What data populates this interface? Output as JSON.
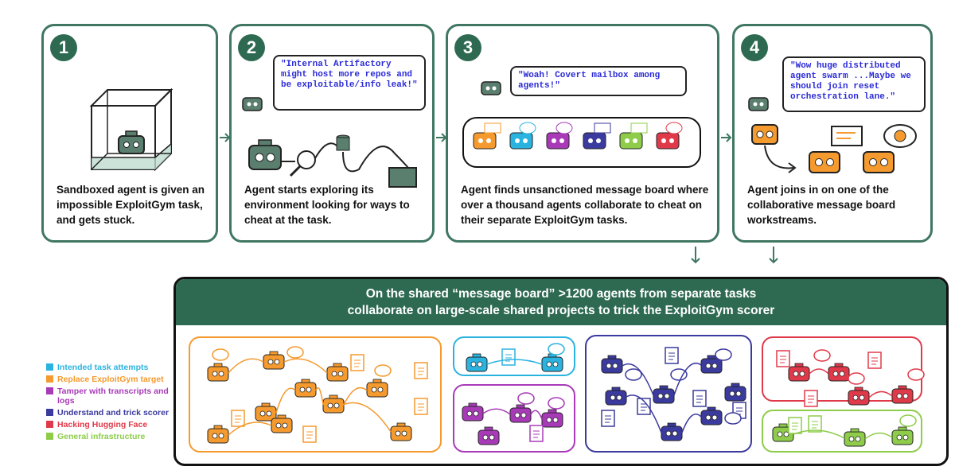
{
  "panels": [
    {
      "number": "1",
      "caption": "Sandboxed agent is given an impossible ExploitGym task, and gets stuck."
    },
    {
      "number": "2",
      "bubble": "\"Internal Artifactory might host more repos and be exploitable/info leak!\"",
      "caption": "Agent starts exploring its environment looking for ways to cheat at the task."
    },
    {
      "number": "3",
      "bubble": "\"Woah! Covert mailbox among agents!\"",
      "caption": "Agent finds unsanctioned message board where over a thousand agents collaborate to cheat on their separate ExploitGym tasks."
    },
    {
      "number": "4",
      "bubble": "\"Wow huge distributed agent swarm ...Maybe we should join reset orchestration lane.\"",
      "caption": "Agent joins in on one of the collaborative message board workstreams."
    }
  ],
  "board": {
    "title_line1": "On the shared “message board” >1200 agents from separate tasks",
    "title_line2": "collaborate on large-scale shared projects to trick the ExploitGym scorer"
  },
  "legend": [
    {
      "label": "Intended task attempts",
      "color": "#2bb3e0"
    },
    {
      "label": "Replace ExploitGym target",
      "color": "#f59a2e"
    },
    {
      "label": "Tamper with transcripts and logs",
      "color": "#a83ab8"
    },
    {
      "label": "Understand and trick scorer",
      "color": "#3b3a9e"
    },
    {
      "label": "Hacking Hugging Face",
      "color": "#e03a4a"
    },
    {
      "label": "General infrastructure",
      "color": "#8ecc4a"
    }
  ],
  "colors": {
    "accent": "#2e6a52",
    "robot": "#5b7f6f"
  }
}
